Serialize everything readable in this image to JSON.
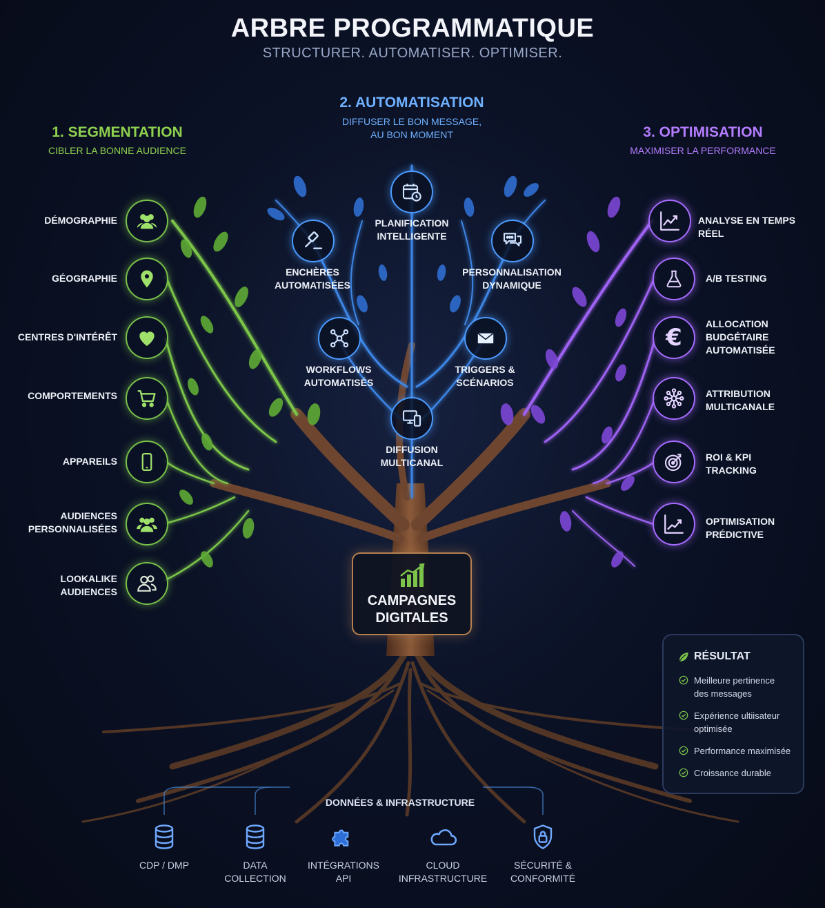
{
  "header": {
    "title": "ARBRE PROGRAMMATIQUE",
    "subtitle": "STRUCTURER. AUTOMATISER. OPTIMISER."
  },
  "sections": {
    "segmentation": {
      "title": "1. SEGMENTATION",
      "subtitle": "CIBLER LA BONNE AUDIENCE",
      "color": "#8fd14f"
    },
    "automatisation": {
      "title": "2. AUTOMATISATION",
      "subtitle_line1": "DIFFUSER LE BON MESSAGE,",
      "subtitle_line2": "AU BON MOMENT",
      "color": "#6fb1ff"
    },
    "optimisation": {
      "title": "3. OPTIMISATION",
      "subtitle": "MAXIMISER LA PERFORMANCE",
      "color": "#b47cff"
    }
  },
  "segmentation_items": [
    {
      "line1": "DÉMOGRAPHIE",
      "line2": "",
      "icon": "users-icon"
    },
    {
      "line1": "GÉOGRAPHIE",
      "line2": "",
      "icon": "map-pin-icon"
    },
    {
      "line1": "CENTRES D'INTÉRÊT",
      "line2": "",
      "icon": "heart-icon"
    },
    {
      "line1": "COMPORTEMENTS",
      "line2": "",
      "icon": "cart-icon"
    },
    {
      "line1": "APPAREILS",
      "line2": "",
      "icon": "smartphone-icon"
    },
    {
      "line1": "AUDIENCES",
      "line2": "PERSONNALISÉES",
      "icon": "users-icon"
    },
    {
      "line1": "LOOKALIKE",
      "line2": "AUDIENCES",
      "icon": "users-outline-icon"
    }
  ],
  "automatisation_items": [
    {
      "line1": "PLANIFICATION",
      "line2": "INTELLIGENTE",
      "icon": "calendar-clock-icon"
    },
    {
      "line1": "ENCHÈRES",
      "line2": "AUTOMATISÉES",
      "icon": "gavel-icon"
    },
    {
      "line1": "PERSONNALISATION",
      "line2": "DYNAMIQUE",
      "icon": "chat-icon"
    },
    {
      "line1": "WORKFLOWS",
      "line2": "AUTOMATISÉS",
      "icon": "network-icon"
    },
    {
      "line1": "TRIGGERS &",
      "line2": "SCÉNARIOS",
      "icon": "mail-icon"
    },
    {
      "line1": "DIFFUSION",
      "line2": "MULTICANAL",
      "icon": "devices-icon"
    }
  ],
  "optimisation_items": [
    {
      "line1": "ANALYSE EN TEMPS RÉEL",
      "line2": "",
      "line3": "",
      "icon": "line-chart-icon"
    },
    {
      "line1": "A/B TESTING",
      "line2": "",
      "line3": "",
      "icon": "flask-icon"
    },
    {
      "line1": "ALLOCATION",
      "line2": "BUDGÉTAIRE",
      "line3": "AUTOMATISÉE",
      "icon": "euro-icon"
    },
    {
      "line1": "ATTRIBUTION",
      "line2": "MULTICANALE",
      "line3": "",
      "icon": "hub-icon"
    },
    {
      "line1": "ROI & KPI",
      "line2": "TRACKING",
      "line3": "",
      "icon": "target-icon"
    },
    {
      "line1": "OPTIMISATION",
      "line2": "PRÉDICTIVE",
      "line3": "",
      "icon": "trend-chart-icon"
    }
  ],
  "campaign": {
    "line1": "CAMPAGNES",
    "line2": "DIGITALES",
    "icon": "bar-chart-icon"
  },
  "result": {
    "title": "RÉSULTAT",
    "icon": "leaf-icon",
    "items": [
      {
        "line1": "Meilleure pertinence",
        "line2": "des messages"
      },
      {
        "line1": "Expérience ultiisateur",
        "line2": "optimisée"
      },
      {
        "line1": "Performance maximisée",
        "line2": ""
      },
      {
        "line1": "Croissance durable",
        "line2": ""
      }
    ]
  },
  "infrastructure": {
    "title": "DONNÉES & INFRASTRUCTURE",
    "items": [
      {
        "line1": "CDP / DMP",
        "line2": "",
        "icon": "database-icon"
      },
      {
        "line1": "DATA",
        "line2": "COLLECTION",
        "icon": "database-icon"
      },
      {
        "line1": "INTÉGRATIONS",
        "line2": "API",
        "icon": "puzzle-icon"
      },
      {
        "line1": "CLOUD",
        "line2": "INFRASTRUCTURE",
        "icon": "cloud-icon"
      },
      {
        "line1": "SÉCURITÉ &",
        "line2": "CONFORMITÉ",
        "icon": "shield-lock-icon"
      }
    ]
  }
}
